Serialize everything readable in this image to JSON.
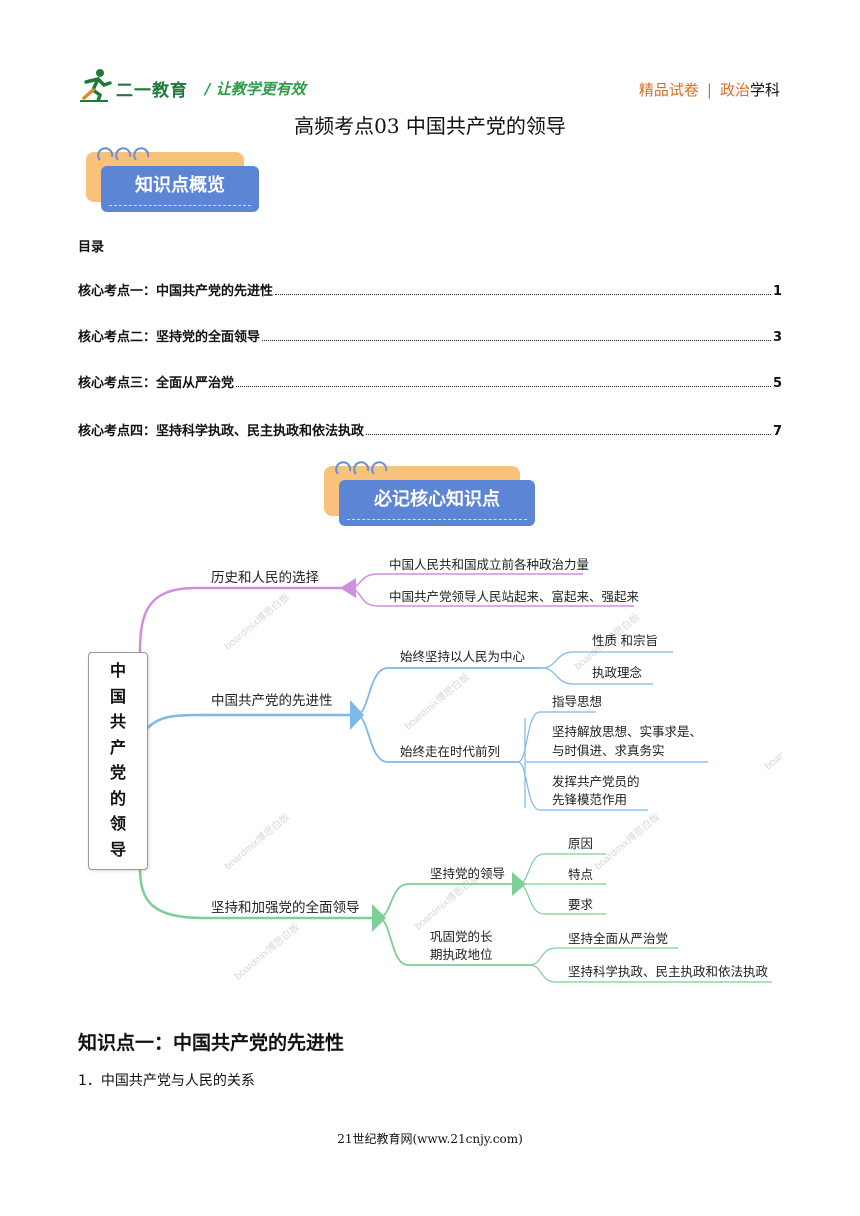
{
  "header": {
    "logo_text": "二一教育",
    "slogan": "/  让教学更有效",
    "right_part1": "精品试卷",
    "right_sep": "|",
    "right_part2": "政治",
    "right_part3": "学科"
  },
  "page_title": "高频考点03  中国共产党的领导",
  "banner1": {
    "label": "知识点概览"
  },
  "toc": {
    "heading": "目录",
    "items": [
      {
        "title": "核心考点一：中国共产党的先进性",
        "page": "1"
      },
      {
        "title": "核心考点二：坚持党的全面领导",
        "page": "3"
      },
      {
        "title": "核心考点三：全面从严治党",
        "page": "5"
      },
      {
        "title": "核心考点四：坚持科学执政、民主执政和依法执政",
        "page": "7"
      }
    ]
  },
  "banner2": {
    "label": "必记核心知识点"
  },
  "mindmap": {
    "root_chars": [
      "中",
      "国",
      "共",
      "产",
      "党",
      "的",
      "领",
      "导"
    ],
    "branch1": {
      "label": "历史和人民的选择",
      "leaves": [
        "中国人民共和国成立前各种政治力量",
        "中国共产党领导人民站起来、富起来、强起来"
      ],
      "color": "#cf8fde"
    },
    "branch2": {
      "label": "中国共产党的先进性",
      "color": "#7db8e8",
      "sub1": {
        "label": "始终坚持以人民为中心",
        "leaves": [
          "性质 和宗旨",
          "执政理念"
        ]
      },
      "sub2": {
        "label": "始终走在时代前列",
        "leaves": [
          {
            "line1": "指导思想",
            "line2": ""
          },
          {
            "line1": "坚持解放思想、实事求是、",
            "line2": "与时俱进、求真务实"
          },
          {
            "line1": "发挥共产党员的",
            "line2": "先锋模范作用"
          }
        ]
      }
    },
    "branch3": {
      "label": "坚持和加强党的全面领导",
      "color": "#7ccf95",
      "sub1": {
        "label": "坚持党的领导",
        "leaves": [
          "原因",
          "特点",
          "要求"
        ]
      },
      "sub2": {
        "line1": "巩固党的长",
        "line2": "期执政地位",
        "leaves": [
          "坚持全面从严治党",
          "坚持科学执政、民主执政和依法执政"
        ]
      }
    },
    "watermark": "boardmix博思白板"
  },
  "section": {
    "title": "知识点一：中国共产党的先进性",
    "subtitle": "1．中国共产党与人民的关系"
  },
  "footer": "21世纪教育网(www.21cnjy.com)"
}
